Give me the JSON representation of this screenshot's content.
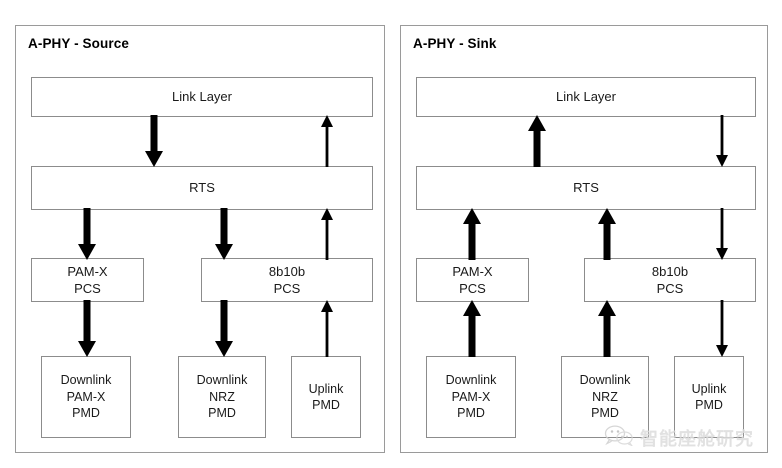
{
  "diagram": {
    "title_semantic": "A-PHY source and sink protocol stack block diagram",
    "panels": [
      {
        "id": "source",
        "title": "A-PHY - Source",
        "blocks": {
          "link_layer": {
            "label": "Link Layer"
          },
          "rts": {
            "label": "RTS"
          },
          "pam_x_pcs": {
            "lines": [
              "PAM-X",
              "PCS"
            ]
          },
          "b8b10b_pcs": {
            "lines": [
              "8b10b",
              "PCS"
            ]
          },
          "downlink_pam_x_pmd": {
            "lines": [
              "Downlink",
              "PAM-X",
              "PMD"
            ]
          },
          "downlink_nrz_pmd": {
            "lines": [
              "Downlink",
              "NRZ",
              "PMD"
            ]
          },
          "uplink_pmd": {
            "lines": [
              "Uplink",
              "PMD"
            ]
          }
        },
        "connections": [
          {
            "name": "link-layer-to-rts",
            "from": "link_layer",
            "to": "rts",
            "direction": "down",
            "weight": "thick"
          },
          {
            "name": "rts-to-link-layer",
            "from": "rts",
            "to": "link_layer",
            "direction": "up",
            "weight": "thin"
          },
          {
            "name": "rts-to-pam-x-pcs",
            "from": "rts",
            "to": "pam_x_pcs",
            "direction": "down",
            "weight": "thick"
          },
          {
            "name": "rts-to-8b10b-pcs",
            "from": "rts",
            "to": "b8b10b_pcs",
            "direction": "down",
            "weight": "thick"
          },
          {
            "name": "8b10b-pcs-to-rts",
            "from": "b8b10b_pcs",
            "to": "rts",
            "direction": "up",
            "weight": "thin"
          },
          {
            "name": "pam-x-pcs-to-downlink-pam-x-pmd",
            "from": "pam_x_pcs",
            "to": "downlink_pam_x_pmd",
            "direction": "down",
            "weight": "thick"
          },
          {
            "name": "8b10b-pcs-to-downlink-nrz-pmd",
            "from": "b8b10b_pcs",
            "to": "downlink_nrz_pmd",
            "direction": "down",
            "weight": "thick"
          },
          {
            "name": "uplink-pmd-to-8b10b-pcs",
            "from": "uplink_pmd",
            "to": "b8b10b_pcs",
            "direction": "up",
            "weight": "thin"
          }
        ]
      },
      {
        "id": "sink",
        "title": "A-PHY - Sink",
        "blocks": {
          "link_layer": {
            "label": "Link Layer"
          },
          "rts": {
            "label": "RTS"
          },
          "pam_x_pcs": {
            "lines": [
              "PAM-X",
              "PCS"
            ]
          },
          "b8b10b_pcs": {
            "lines": [
              "8b10b",
              "PCS"
            ]
          },
          "downlink_pam_x_pmd": {
            "lines": [
              "Downlink",
              "PAM-X",
              "PMD"
            ]
          },
          "downlink_nrz_pmd": {
            "lines": [
              "Downlink",
              "NRZ",
              "PMD"
            ]
          },
          "uplink_pmd": {
            "lines": [
              "Uplink",
              "PMD"
            ]
          }
        },
        "connections": [
          {
            "name": "rts-to-link-layer",
            "from": "rts",
            "to": "link_layer",
            "direction": "up",
            "weight": "thick"
          },
          {
            "name": "link-layer-to-rts",
            "from": "link_layer",
            "to": "rts",
            "direction": "down",
            "weight": "thin"
          },
          {
            "name": "pam-x-pcs-to-rts",
            "from": "pam_x_pcs",
            "to": "rts",
            "direction": "up",
            "weight": "thick"
          },
          {
            "name": "8b10b-pcs-to-rts",
            "from": "b8b10b_pcs",
            "to": "rts",
            "direction": "up",
            "weight": "thick"
          },
          {
            "name": "rts-to-8b10b-pcs",
            "from": "rts",
            "to": "b8b10b_pcs",
            "direction": "down",
            "weight": "thin"
          },
          {
            "name": "downlink-pam-x-pmd-to-pam-x-pcs",
            "from": "downlink_pam_x_pmd",
            "to": "pam_x_pcs",
            "direction": "up",
            "weight": "thick"
          },
          {
            "name": "downlink-nrz-pmd-to-8b10b-pcs",
            "from": "downlink_nrz_pmd",
            "to": "b8b10b_pcs",
            "direction": "up",
            "weight": "thick"
          },
          {
            "name": "8b10b-pcs-to-uplink-pmd",
            "from": "b8b10b_pcs",
            "to": "uplink_pmd",
            "direction": "down",
            "weight": "thin"
          }
        ]
      }
    ]
  },
  "watermark": {
    "icon": "wechat-logo-icon",
    "text": "智能座舱研究"
  },
  "colors": {
    "panel_border": "#9a9a9a",
    "box_border": "#8c8c8c",
    "arrow": "#000000",
    "text": "#1a1a1a",
    "background": "#ffffff",
    "watermark": "#d8d8d8"
  }
}
